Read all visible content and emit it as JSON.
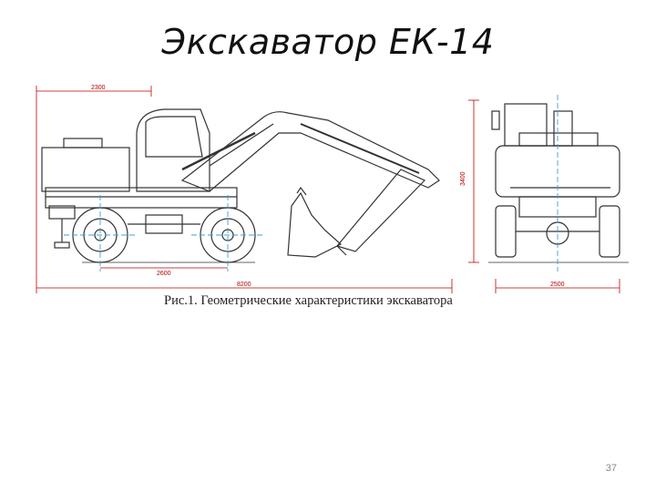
{
  "slide": {
    "title": "Экскаватор ЕК-14",
    "page_number": "37"
  },
  "figure": {
    "caption": "Рис.1. Геометрические характеристики экскаватора",
    "dimensions": {
      "overall_length_top": "2300",
      "wheelbase": "2600",
      "overall_length": "8200",
      "track_width": "2500",
      "height": "3400"
    }
  },
  "colors": {
    "line": "#333333",
    "dimension": "#c00000",
    "centerline": "#3aa0d8"
  }
}
